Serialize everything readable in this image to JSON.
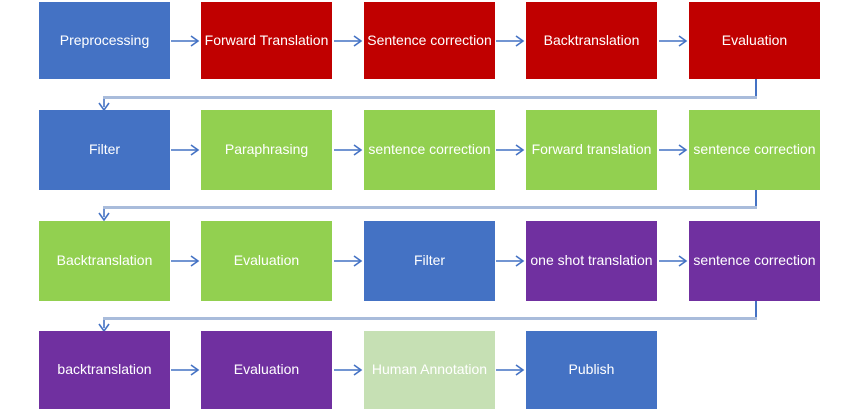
{
  "palette": {
    "blue": "#4472C4",
    "red": "#C00000",
    "green": "#92D050",
    "purple": "#7030A0",
    "light_green": "#C6E0B4",
    "arrow_blue": "#4472C4",
    "connector_line": "#A9BCDB",
    "box_text": "#FFFFFF"
  },
  "flow": {
    "rows": [
      {
        "boxes": [
          {
            "label": "Preprocessing",
            "color": "blue"
          },
          {
            "label": "Forward Translation",
            "color": "red"
          },
          {
            "label": "Sentence correction",
            "color": "red"
          },
          {
            "label": "Backtranslation",
            "color": "red"
          },
          {
            "label": "Evaluation",
            "color": "red"
          }
        ]
      },
      {
        "boxes": [
          {
            "label": "Filter",
            "color": "blue"
          },
          {
            "label": "Paraphrasing",
            "color": "green"
          },
          {
            "label": "sentence correction",
            "color": "green"
          },
          {
            "label": "Forward translation",
            "color": "green"
          },
          {
            "label": "sentence correction",
            "color": "green"
          }
        ]
      },
      {
        "boxes": [
          {
            "label": "Backtranslation",
            "color": "green"
          },
          {
            "label": "Evaluation",
            "color": "green"
          },
          {
            "label": "Filter",
            "color": "blue"
          },
          {
            "label": "one shot translation",
            "color": "purple"
          },
          {
            "label": "sentence correction",
            "color": "purple"
          }
        ]
      },
      {
        "boxes": [
          {
            "label": "backtranslation",
            "color": "purple"
          },
          {
            "label": "Evaluation",
            "color": "purple"
          },
          {
            "label": "Human Annotation",
            "color": "light_green"
          },
          {
            "label": "Publish",
            "color": "blue"
          }
        ]
      }
    ]
  }
}
